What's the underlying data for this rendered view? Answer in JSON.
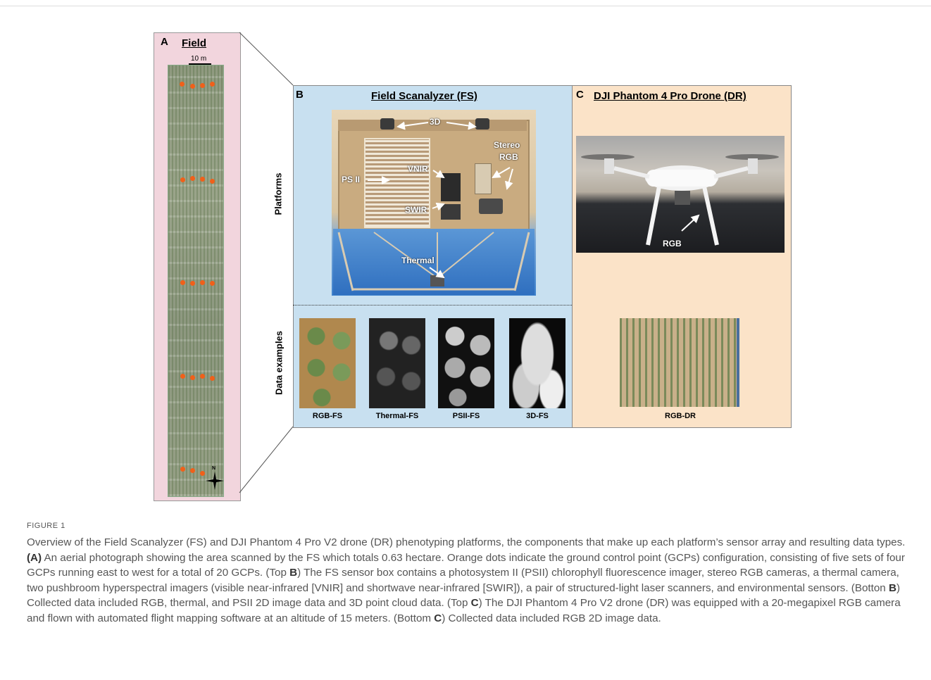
{
  "panel_a": {
    "letter": "A",
    "title": "Field",
    "scale": "10 m",
    "north": "N"
  },
  "panel_b": {
    "letter": "B",
    "title": "Field Scanalyzer (FS)",
    "labels": {
      "three_d": "3D",
      "stereo": "Stereo",
      "rgb": "RGB",
      "vnir": "VNIR",
      "psii": "PS II",
      "swir": "SWIR",
      "thermal": "Thermal"
    },
    "thumbs": [
      "RGB-FS",
      "Thermal-FS",
      "PSII-FS",
      "3D-FS"
    ]
  },
  "panel_c": {
    "letter": "C",
    "title": "DJI Phantom 4 Pro Drone (DR)",
    "rgb_label": "RGB",
    "thumb": "RGB-DR"
  },
  "row_labels": {
    "platforms": "Platforms",
    "data_examples": "Data examples"
  },
  "caption": {
    "heading": "FIGURE 1",
    "s1": "Overview of the Field Scanalyzer (FS) and DJI Phantom 4 Pro V2 drone (DR) phenotyping platforms, the components that make up each platform’s sensor array and resulting data types. ",
    "a_ref": "(A)",
    "s2": " An aerial photograph showing the area scanned by the FS which totals 0.63 hectare. Orange dots indicate the ground control point (GCPs) configuration, consisting of five sets of four GCPs running east to west for a total of 20 GCPs. (Top ",
    "b_ref1": "B",
    "s3": ") The FS sensor box contains a photosystem II (PSII) chlorophyll fluorescence imager, stereo RGB cameras, a thermal camera, two pushbroom hyperspectral imagers (visible near-infrared [VNIR] and shortwave near-infrared [SWIR]), a pair of structured-light laser scanners, and environmental sensors. (Botton ",
    "b_ref2": "B",
    "s4": ") Collected data included RGB, thermal, and PSII 2D image data and 3D point cloud data. (Top ",
    "c_ref1": "C",
    "s5": ") The DJI Phantom 4 Pro V2 drone (DR) was equipped with a 20-megapixel RGB camera and flown with automated flight mapping software at an altitude of 15 meters. (Bottom ",
    "c_ref2": "C",
    "s6": ") Collected data included RGB 2D image data."
  },
  "colors": {
    "panel_a_bg": "#f2d5dd",
    "panel_b_bg": "#c8e0f0",
    "panel_c_bg": "#fbe3c8",
    "gcp_dot": "#f0601a"
  }
}
